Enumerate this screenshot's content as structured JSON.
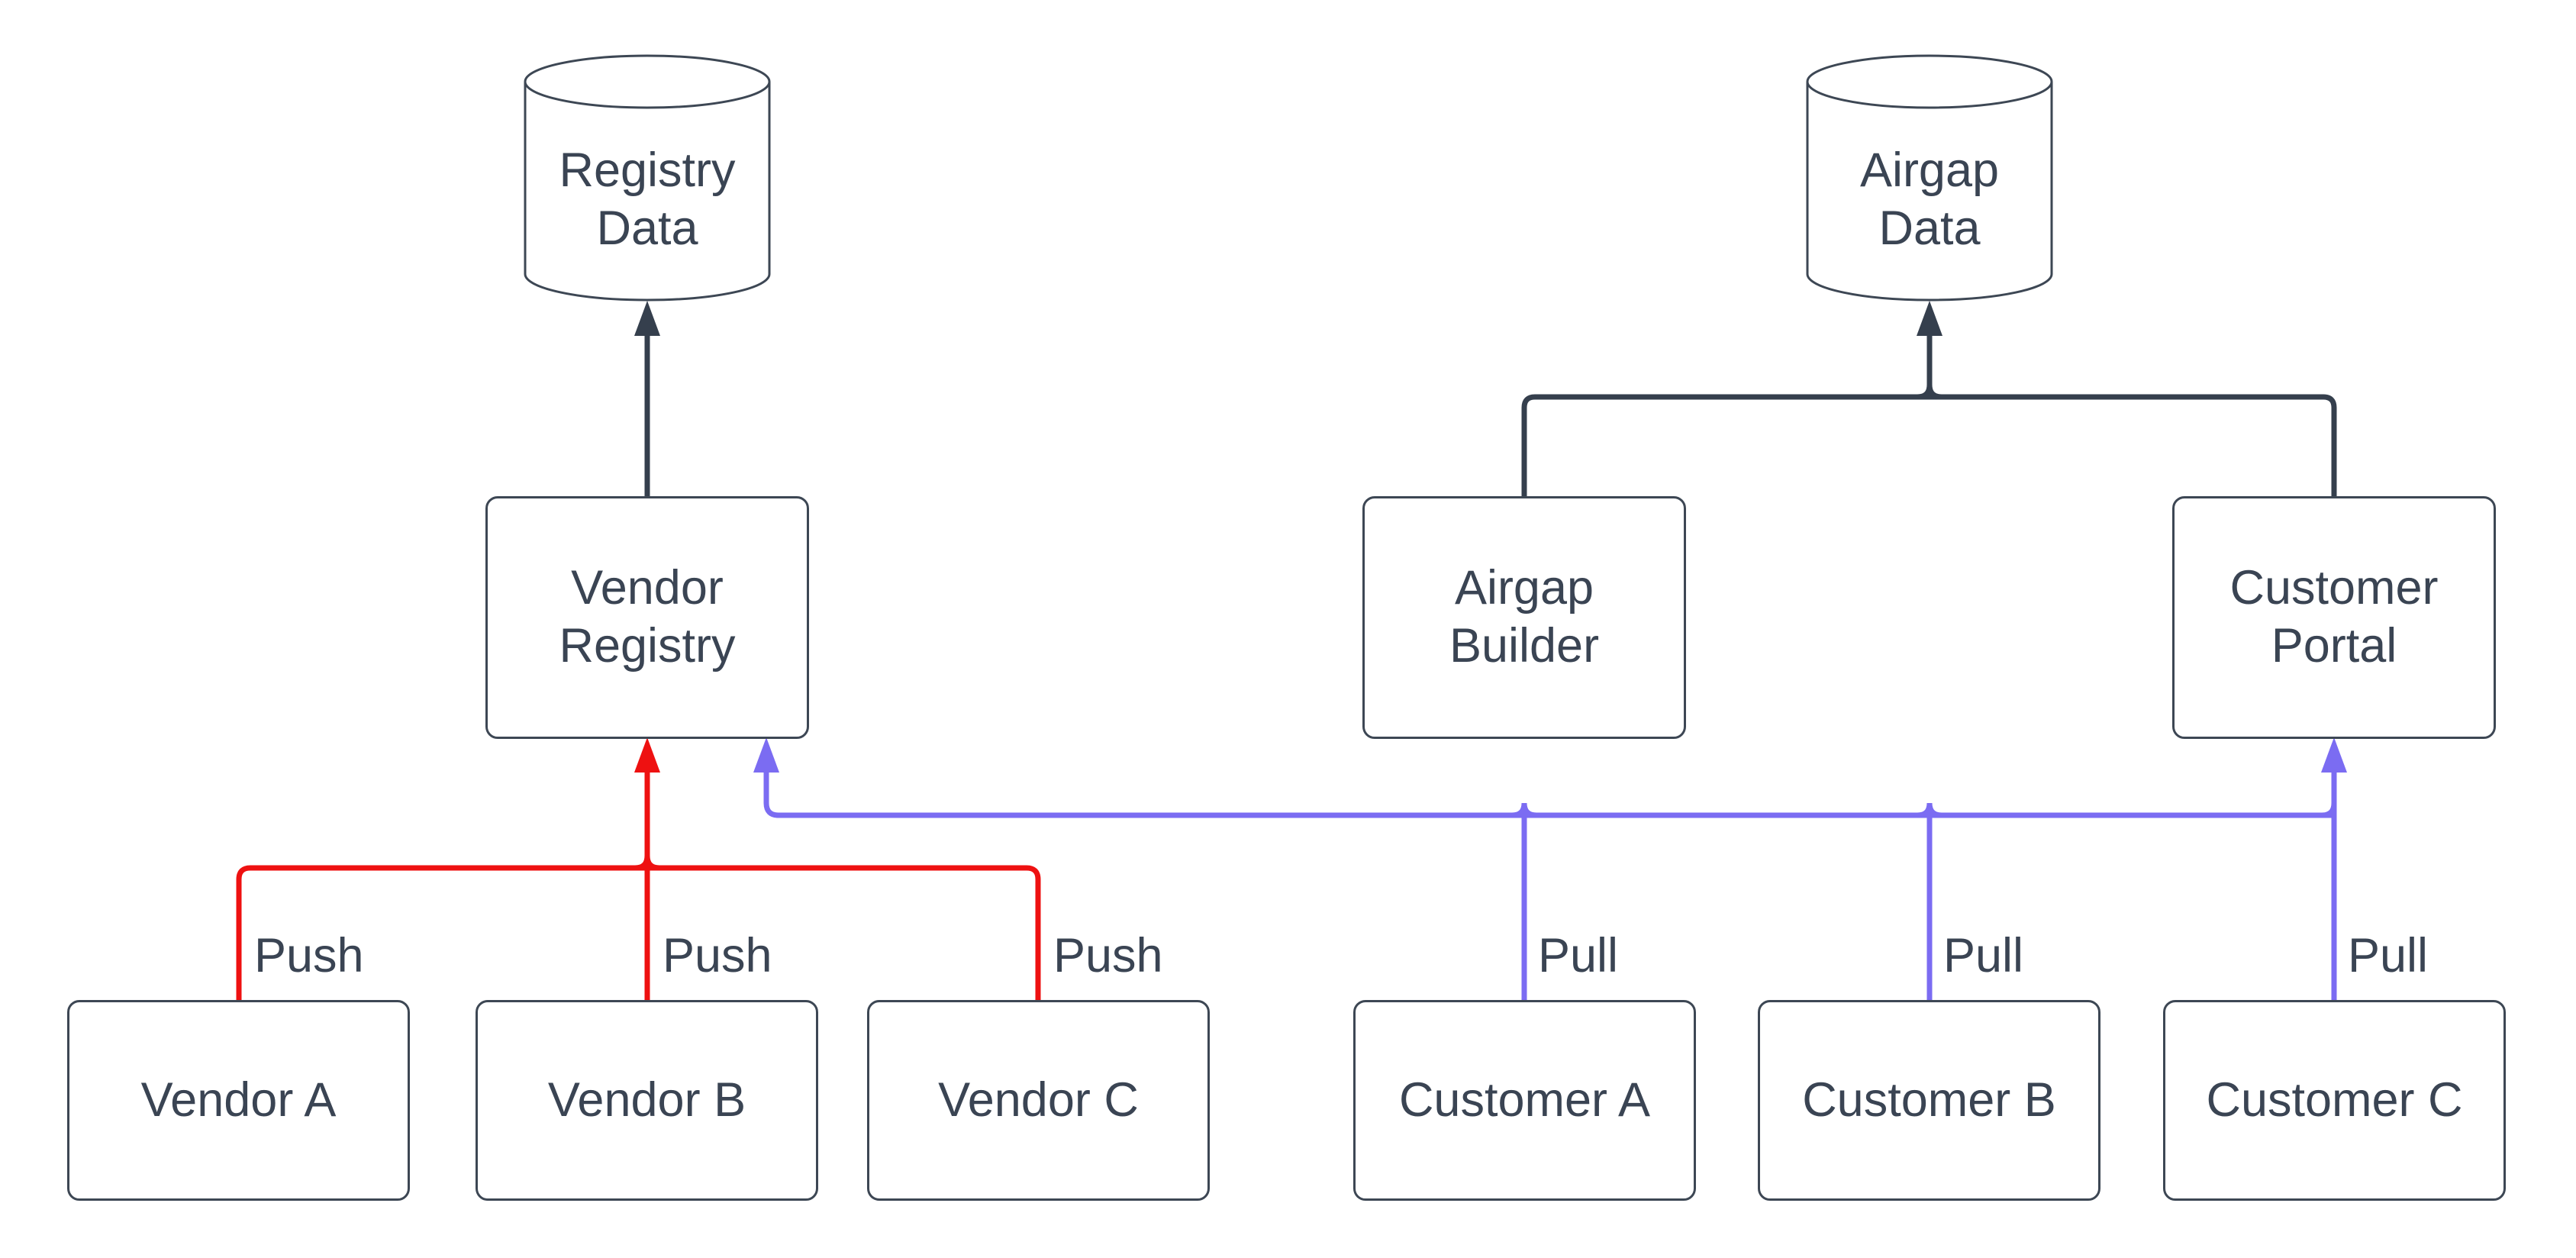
{
  "diagram": {
    "colors": {
      "background": "#ffffff",
      "node_border": "#3d4754",
      "text": "#3a4453",
      "flow_default": "#353f4d",
      "flow_push": "#ee1111",
      "flow_pull": "#7b6cf2"
    },
    "datastores": {
      "registry_data": {
        "label": "Registry\nData"
      },
      "airgap_data": {
        "label": "Airgap\nData"
      }
    },
    "services": {
      "vendor_registry": {
        "label": "Vendor\nRegistry"
      },
      "airgap_builder": {
        "label": "Airgap\nBuilder"
      },
      "customer_portal": {
        "label": "Customer\nPortal"
      }
    },
    "sources": {
      "vendor_a": {
        "label": "Vendor A"
      },
      "vendor_b": {
        "label": "Vendor B"
      },
      "vendor_c": {
        "label": "Vendor C"
      },
      "customer_a": {
        "label": "Customer A"
      },
      "customer_b": {
        "label": "Customer B"
      },
      "customer_c": {
        "label": "Customer C"
      }
    },
    "edge_labels": {
      "vendor_a_push": "Push",
      "vendor_b_push": "Push",
      "vendor_c_push": "Push",
      "customer_a_pull": "Pull",
      "customer_b_pull": "Pull",
      "customer_c_pull": "Pull"
    }
  }
}
